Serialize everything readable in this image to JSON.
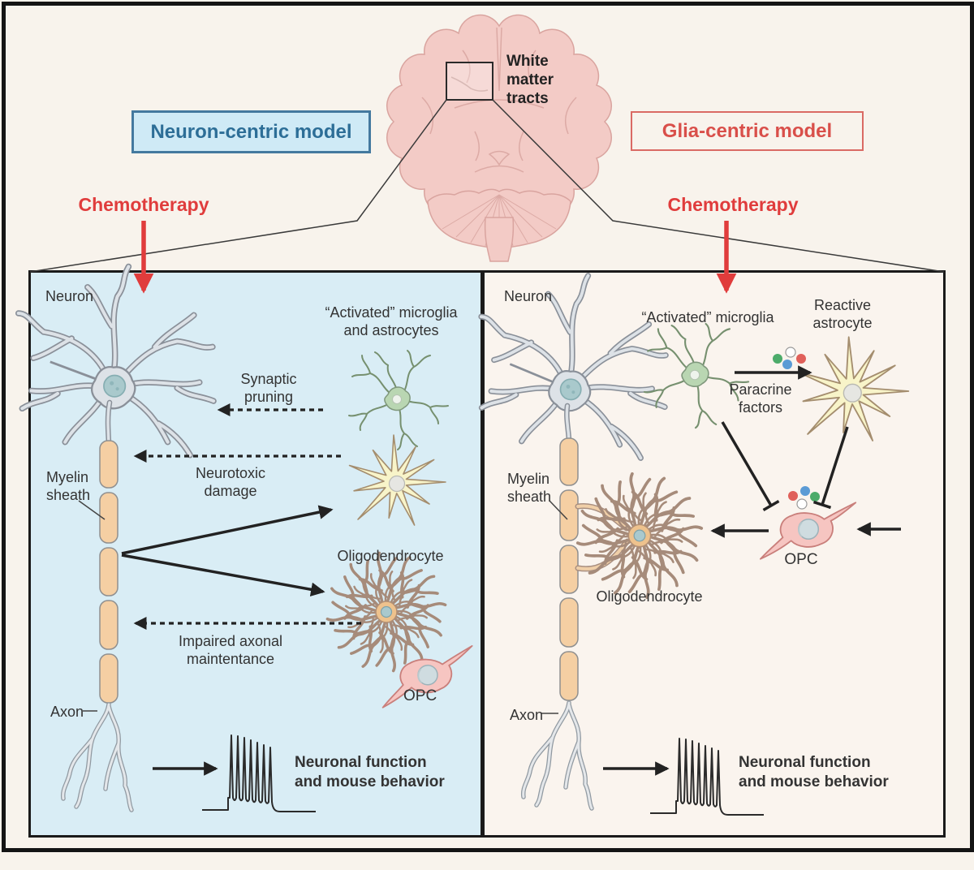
{
  "brain": {
    "label": "White\nmatter\ntracts"
  },
  "headers": {
    "neuron_model": "Neuron-centric model",
    "glia_model": "Glia-centric model",
    "chemo_left": "Chemotherapy",
    "chemo_right": "Chemotherapy"
  },
  "left_panel": {
    "neuron": "Neuron",
    "activated": "“Activated” microglia\nand astrocytes",
    "synaptic": "Synaptic\npruning",
    "neurotoxic": "Neurotoxic\ndamage",
    "myelin": "Myelin\nsheath",
    "oligodendrocyte": "Oligodendrocyte",
    "impaired": "Impaired axonal\nmaintentance",
    "opc": "OPC",
    "axon": "Axon",
    "outcome": "Neuronal function\nand mouse behavior"
  },
  "right_panel": {
    "neuron": "Neuron",
    "activated": "“Activated” microglia",
    "reactive": "Reactive\nastrocyte",
    "paracrine": "Paracrine\nfactors",
    "myelin": "Myelin\nsheath",
    "oligodendrocyte": "Oligodendrocyte",
    "opc": "OPC",
    "axon": "Axon",
    "outcome": "Neuronal function\nand mouse behavior"
  },
  "colors": {
    "accent_red": "#e03c3c",
    "neuron_model_blue": "#2d6e97",
    "glia_model_red": "#d94f4a",
    "panel_left_bg": "#d9edf5",
    "panel_right_bg": "#faf4ee",
    "brain_pink": "#f3cbc6",
    "myelin_tan": "#f5cfa3"
  }
}
